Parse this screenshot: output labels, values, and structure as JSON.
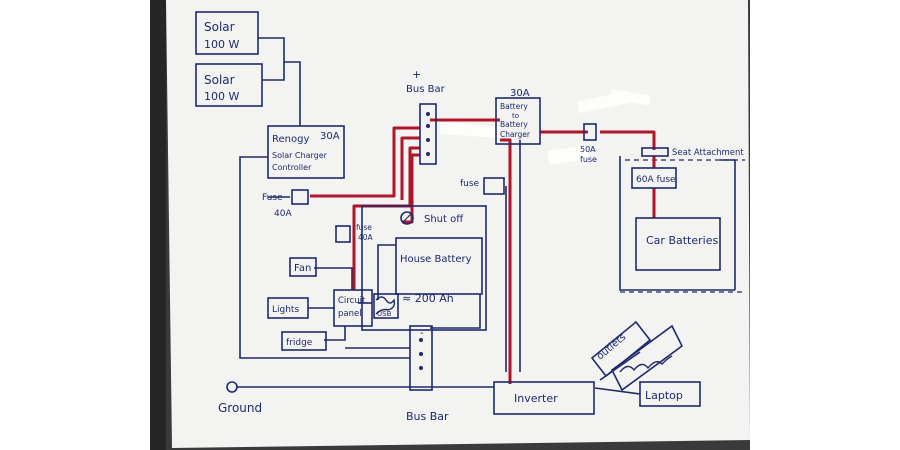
{
  "colors": {
    "background": "#ffffff",
    "surface": "#3a3a3a",
    "paper": "#f3f3f1",
    "ink": "#1f2a6b",
    "wire_positive": "#b0162a",
    "wire_negative": "#1f2a6b"
  },
  "components": {
    "solar_1": {
      "line1": "Solar",
      "line2": "100 W"
    },
    "solar_2": {
      "line1": "Solar",
      "line2": "100 W"
    },
    "charge_controller": {
      "line1": "Renogy",
      "rating": "30A",
      "line2": "Solar Charger",
      "line3": "Controller"
    },
    "bus_bar_top": {
      "plus": "+",
      "label": "Bus Bar"
    },
    "dc_charger": {
      "rating": "30A",
      "line1": "Battery",
      "line2": "to",
      "line3": "Battery",
      "line4": "Charger"
    },
    "fuse_50a": {
      "line1": "50A",
      "line2": "fuse"
    },
    "seat_attachment": {
      "label": "Seat Attachment"
    },
    "fuse_60a": {
      "label": "60A fuse"
    },
    "car_batteries": {
      "label": "Car Batteries"
    },
    "fuse_40a_left": {
      "line1": "Fuse",
      "line2": "40A"
    },
    "fuse_40a_mid": {
      "line1": "fuse",
      "line2": "40A"
    },
    "fuse_right": {
      "label": "fuse"
    },
    "shut_off": {
      "label": "Shut off"
    },
    "house_battery": {
      "label": "House Battery",
      "capacity": "≈ 200 Ah"
    },
    "fan": {
      "label": "Fan"
    },
    "lights": {
      "label": "Lights"
    },
    "fridge": {
      "label": "fridge"
    },
    "circuit_panel": {
      "line1": "Circuit",
      "line2": "panel"
    },
    "usb": {
      "label": "USB"
    },
    "bus_bar_bottom": {
      "minus": "-",
      "label": "Bus Bar"
    },
    "ground": {
      "label": "Ground"
    },
    "inverter": {
      "label": "Inverter"
    },
    "outlets": {
      "label": "outlets"
    },
    "laptop": {
      "label": "Laptop"
    }
  }
}
